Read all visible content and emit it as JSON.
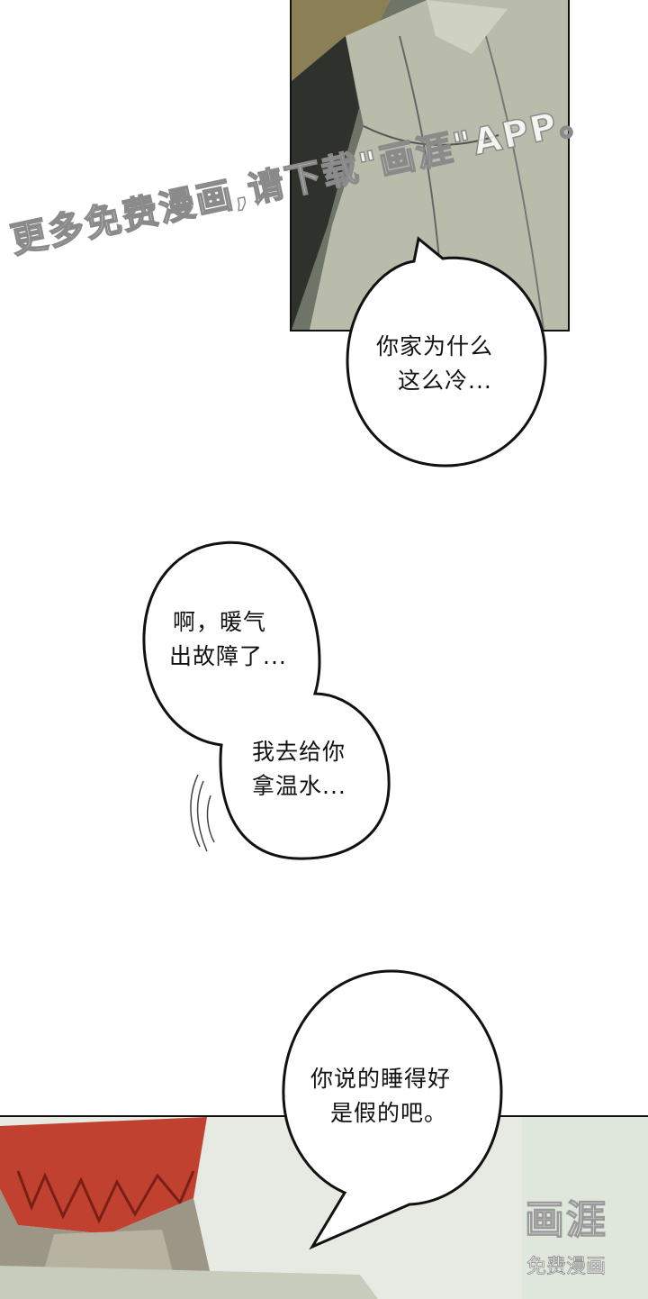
{
  "watermark": {
    "text": "更多免费漫画,请下载\"画涯\"APP。"
  },
  "bubbles": [
    {
      "lines": [
        "你家为什么",
        "这么冷..."
      ]
    },
    {
      "lines": [
        "啊，暖气",
        "出故障了..."
      ]
    },
    {
      "lines": [
        "我去给你",
        "拿温水..."
      ]
    },
    {
      "lines": [
        "你说的睡得好",
        "是假的吧。"
      ]
    }
  ],
  "logo": {
    "main": "画涯",
    "sub": "免费漫画"
  }
}
